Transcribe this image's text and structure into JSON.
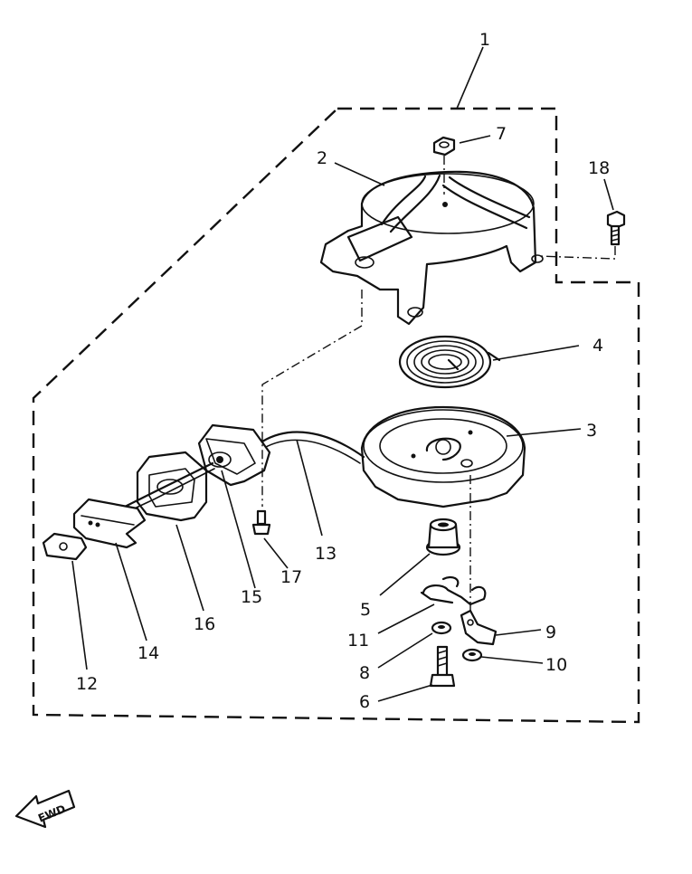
{
  "labels": {
    "l1": "1",
    "l2": "2",
    "l3": "3",
    "l4": "4",
    "l5": "5",
    "l6": "6",
    "l7": "7",
    "l8": "8",
    "l9": "9",
    "l10": "10",
    "l11": "11",
    "l12": "12",
    "l13": "13",
    "l14": "14",
    "l15": "15",
    "l16": "16",
    "l17": "17",
    "l18": "18"
  },
  "fwd_label": "FWD"
}
